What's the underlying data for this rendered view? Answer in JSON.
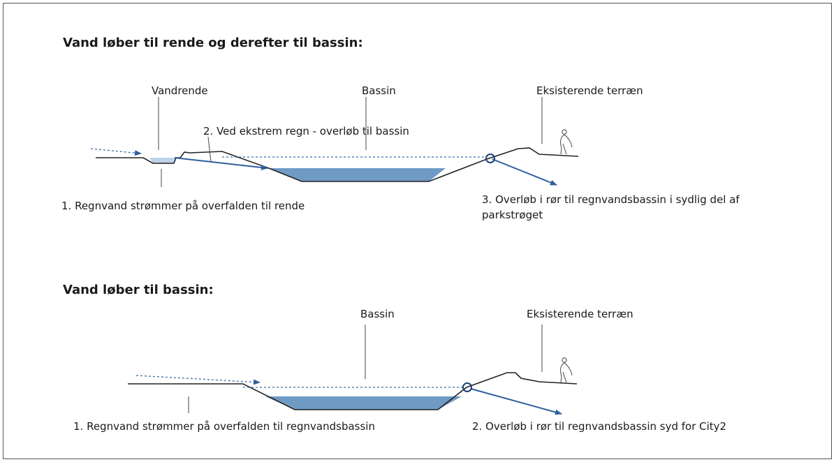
{
  "colors": {
    "water": "#6f9ac4",
    "water_light": "#bcd3e8",
    "arrow": "#2e5f9c",
    "dashed": "#3a6ea8",
    "terrain": "#222222"
  },
  "top": {
    "heading": "Vand løber til rende og derefter til bassin:",
    "labels": {
      "vandrende": "Vandrende",
      "bassin": "Bassin",
      "terraen": "Eksisterende terræn",
      "step2": "2. Ved ekstrem regn - overløb til bassin",
      "step1": "1. Regnvand strømmer på overfalden til rende",
      "step3_line1": "3. Overløb i rør til regnvandsbassin i sydlig del af",
      "step3_line2": "parkstrøget"
    }
  },
  "bottom": {
    "heading": "Vand løber til bassin:",
    "labels": {
      "bassin": "Bassin",
      "terraen": "Eksisterende  terræn",
      "step1": "1. Regnvand strømmer på overfalden til regnvandsbassin",
      "step2": "2. Overløb i rør til regnvandsbassin syd for City2"
    }
  },
  "icons": {
    "person": "person-icon",
    "overflow": "overflow-circle-icon"
  }
}
